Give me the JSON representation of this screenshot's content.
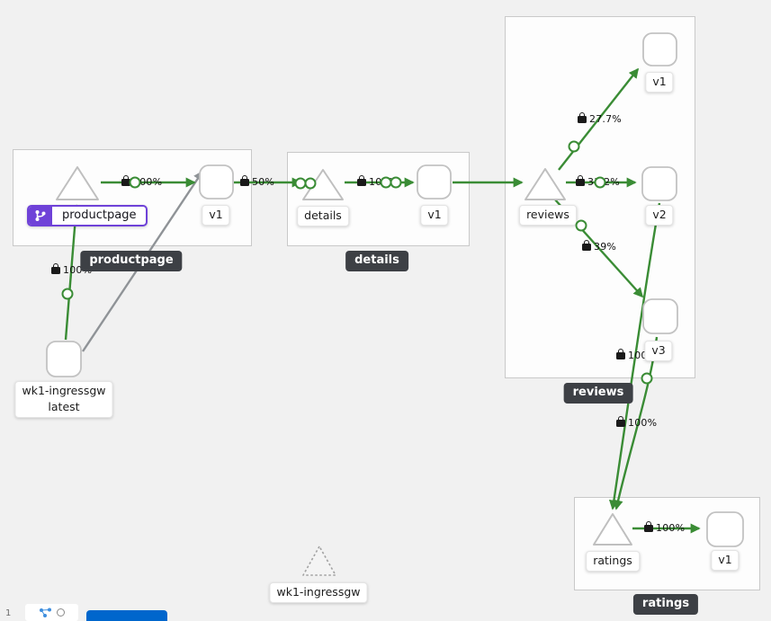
{
  "colors": {
    "canvas_bg": "#f1f1f1",
    "edge_green": "#3a8c35",
    "edge_gray": "#8f9397",
    "badge_purple": "#6f42d8",
    "tooltip_bg": "#3d4045",
    "legend_button_blue": "#0066cc"
  },
  "nodes": {
    "productpage_service": {
      "label": "productpage",
      "badge_icon": "virtual-service-branch-icon"
    },
    "productpage_v1": {
      "label": "v1"
    },
    "details_service": {
      "label": "details"
    },
    "details_v1": {
      "label": "v1"
    },
    "reviews_service": {
      "label": "reviews"
    },
    "reviews_v1": {
      "label": "v1"
    },
    "reviews_v2": {
      "label": "v2"
    },
    "reviews_v3": {
      "label": "v3"
    },
    "ingress_workload": {
      "line1": "wk1-ingressgw",
      "line2": "latest"
    },
    "idle_service": {
      "label": "wk1-ingressgw"
    },
    "ratings_service": {
      "label": "ratings"
    },
    "ratings_v1": {
      "label": "v1"
    }
  },
  "edge_labels": {
    "ingress_to_productpage": "100%",
    "productpage_to_v1": "100%",
    "productpagev1_to_details": "50%",
    "details_to_v1": "100%",
    "reviews_to_v1": "27.7%",
    "reviews_to_v2": "33.2%",
    "reviews_to_v3": "39%",
    "reviewsv2_to_ratings": "100%",
    "reviewsv3_to_ratings": "100%",
    "ratings_to_v1": "100%"
  },
  "tooltips": {
    "productpage": "productpage",
    "details": "details",
    "reviews": "reviews",
    "ratings": "ratings"
  },
  "footer": {
    "fragment_text": "1"
  }
}
